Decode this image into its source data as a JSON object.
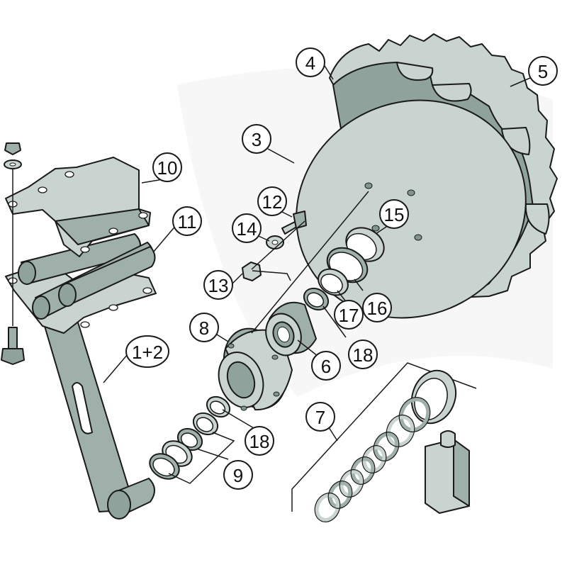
{
  "diagram": {
    "labels": [
      {
        "id": "l1",
        "text": "1+2"
      },
      {
        "id": "l3",
        "text": "3"
      },
      {
        "id": "l4",
        "text": "4"
      },
      {
        "id": "l5",
        "text": "5"
      },
      {
        "id": "l6",
        "text": "6"
      },
      {
        "id": "l7",
        "text": "7"
      },
      {
        "id": "l8",
        "text": "8"
      },
      {
        "id": "l9",
        "text": "9"
      },
      {
        "id": "l10",
        "text": "10"
      },
      {
        "id": "l11",
        "text": "11"
      },
      {
        "id": "l12",
        "text": "12"
      },
      {
        "id": "l13",
        "text": "13"
      },
      {
        "id": "l14",
        "text": "14"
      },
      {
        "id": "l15",
        "text": "15"
      },
      {
        "id": "l16",
        "text": "16"
      },
      {
        "id": "l17",
        "text": "17"
      },
      {
        "id": "l18a",
        "text": "18"
      },
      {
        "id": "l18b",
        "text": "18"
      }
    ],
    "colors": {
      "part_light": "#c9d3cf",
      "part_mid": "#9fb0aa",
      "part_dark": "#7f958d",
      "outline": "#1a1a1a",
      "background": "#ffffff"
    }
  }
}
